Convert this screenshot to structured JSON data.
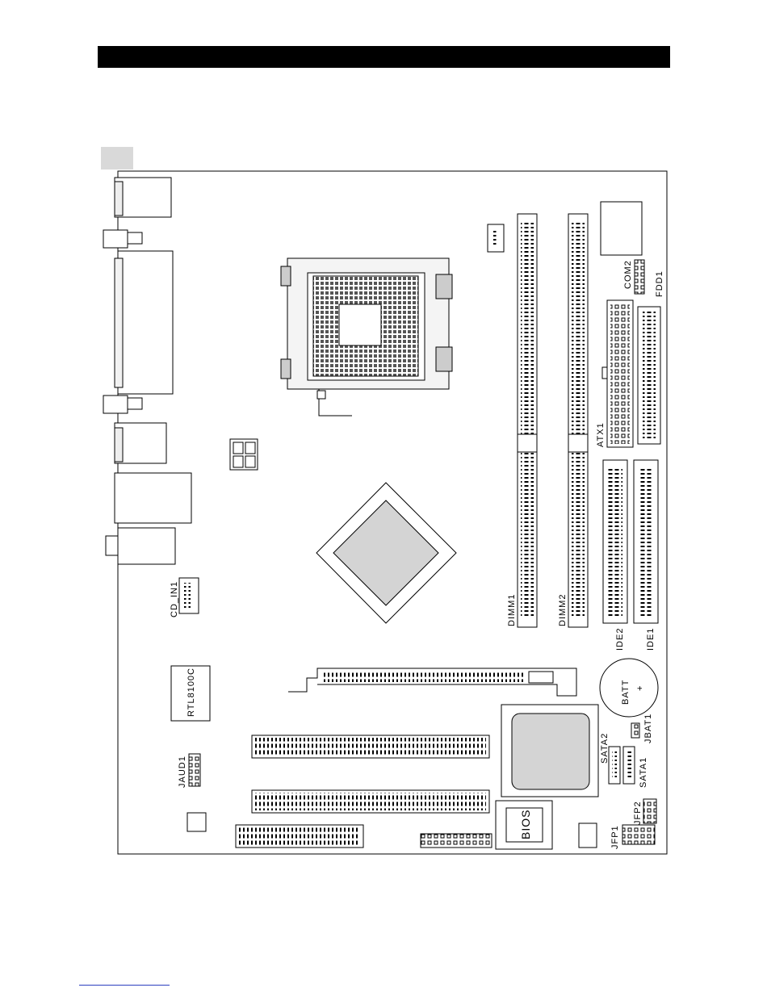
{
  "labels": {
    "cd_in": "CD_IN1",
    "lan_chip": "RTL8100C",
    "jaud": "JAUD1",
    "dimm1": "DIMM1",
    "dimm2": "DIMM2",
    "atx": "ATX1",
    "com2": "COM2",
    "fdd": "FDD1",
    "ide2": "IDE2",
    "ide1": "IDE1",
    "batt": "BATT",
    "batt_sign": "+",
    "jbat": "JBAT1",
    "sata2": "SATA2",
    "sata1": "SATA1",
    "bios": "BIOS",
    "jfp2": "JFP2",
    "jfp1": "JFP1"
  },
  "colors": {
    "chip_fill": "#d4d4d4",
    "outline": "#000000",
    "tab": "#d9d9d9"
  }
}
